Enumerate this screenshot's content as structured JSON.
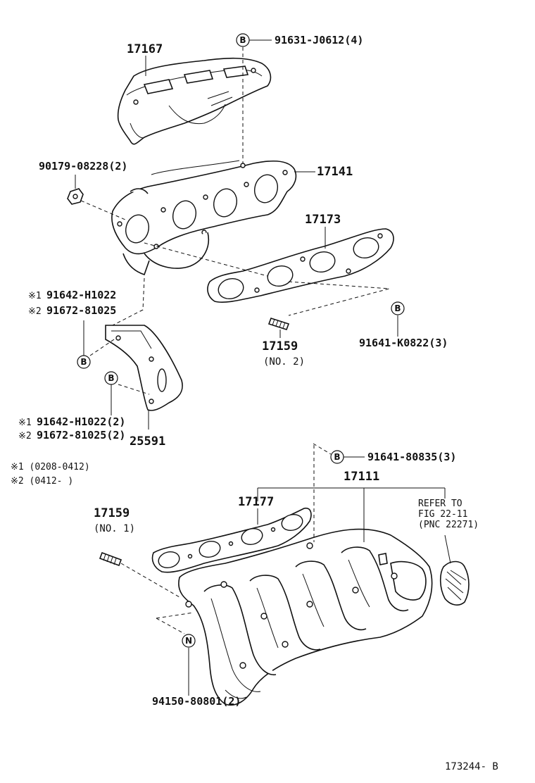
{
  "labels": {
    "p17167": "17167",
    "p91631": "91631-J0612(4)",
    "p90179": "90179-08228(2)",
    "p17141": "17141",
    "p17173": "17173",
    "p91642a_mark": "※1",
    "p91642a": "91642-H1022",
    "p91672a_mark": "※2",
    "p91672a": "91672-81025",
    "p17159a": "17159",
    "p17159a_sub": "(NO. 2)",
    "p91641k": "91641-K0822(3)",
    "p91642b_mark": "※1",
    "p91642b": "91642-H1022(2)",
    "p91672b_mark": "※2",
    "p91672b": "91672-81025(2)",
    "p25591": "25591",
    "note1": "※1 (0208-0412)",
    "note2": "※2 (0412-     )",
    "p91641_808": "91641-80835(3)",
    "p17111": "17111",
    "p17159b": "17159",
    "p17159b_sub": "(NO. 1)",
    "p17177": "17177",
    "refer1": "REFER TO",
    "refer2": "FIG 22-11",
    "refer3": "(PNC 22271)",
    "p94150": "94150-80801(2)",
    "figure_id": "173244- B"
  },
  "callouts": {
    "b": "B",
    "n": "N"
  }
}
